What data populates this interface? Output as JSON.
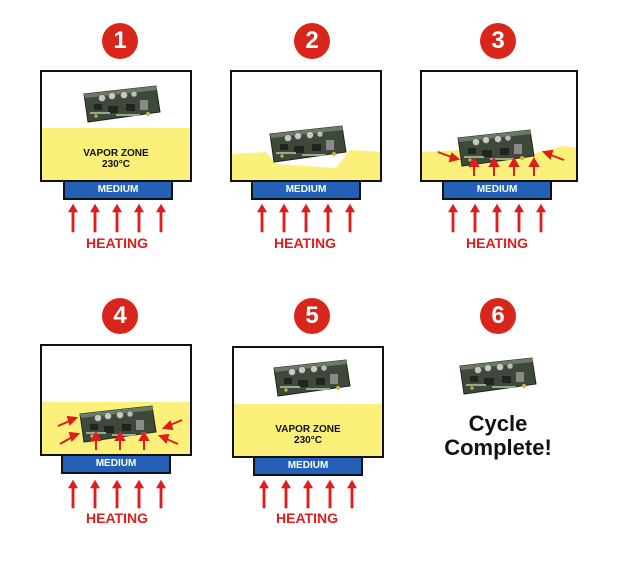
{
  "steps": [
    {
      "number": "1",
      "vapor_label": "VAPOR ZONE",
      "vapor_temp": "230°C",
      "medium": "MEDIUM",
      "heating": "HEATING"
    },
    {
      "number": "2",
      "medium": "MEDIUM",
      "heating": "HEATING"
    },
    {
      "number": "3",
      "medium": "MEDIUM",
      "heating": "HEATING"
    },
    {
      "number": "4",
      "medium": "MEDIUM",
      "heating": "HEATING"
    },
    {
      "number": "5",
      "vapor_label": "VAPOR ZONE",
      "vapor_temp": "230°C",
      "medium": "MEDIUM",
      "heating": "HEATING"
    },
    {
      "number": "6",
      "complete_line1": "Cycle",
      "complete_line2": "Complete!"
    }
  ],
  "colors": {
    "badge": "#d9261c",
    "vapor": "#fbf07a",
    "medium": "#2460b8",
    "heating": "#e01d1d"
  }
}
